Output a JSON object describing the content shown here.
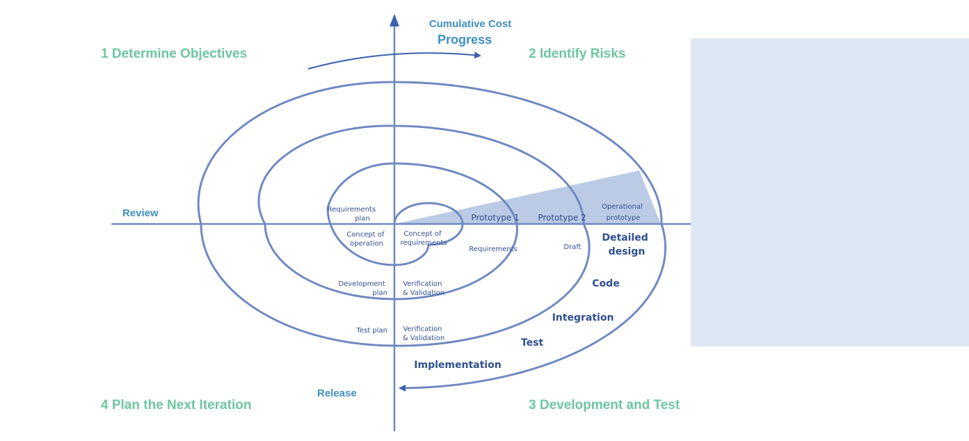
{
  "quadrants": {
    "q1": "1 Determine Objectives",
    "q2": "2 Identify Risks",
    "q3": "3 Development and Test",
    "q4": "4 Plan the Next Iteration"
  },
  "axes": {
    "cumulative_cost": "Cumulative Cost",
    "progress": "Progress",
    "review": "Review",
    "release": "Release"
  },
  "labels": {
    "requirements_plan": [
      "Requirements",
      "plan"
    ],
    "concept_of_operation": [
      "Concept of",
      "operation"
    ],
    "concept_of_requirements": [
      "Concept of",
      "requirements"
    ],
    "prototype_1": "Prototype 1",
    "prototype_2": "Prototype 2",
    "operational_prototype": [
      "Operational",
      "prototype"
    ],
    "requirements": "Requirements",
    "draft": "Draft",
    "detailed_design": [
      "Detailed",
      "design"
    ],
    "development_plan": [
      "Development",
      "plan"
    ],
    "verification_validation_1": [
      "Verification",
      "& Validation"
    ],
    "code": "Code",
    "integration": "Integration",
    "test_plan": "Test plan",
    "verification_validation_2": [
      "Verification",
      "& Validation"
    ],
    "test": "Test",
    "implementation": "Implementation"
  },
  "colors": {
    "quadrant_text": "#6dc6a0",
    "axis_text": "#3d8fc4",
    "spiral": "#6f89c1",
    "diagram_text": "#2f4f8f",
    "prototype_wedge": "#bccbe5",
    "side_panel": "#dde8f4"
  }
}
